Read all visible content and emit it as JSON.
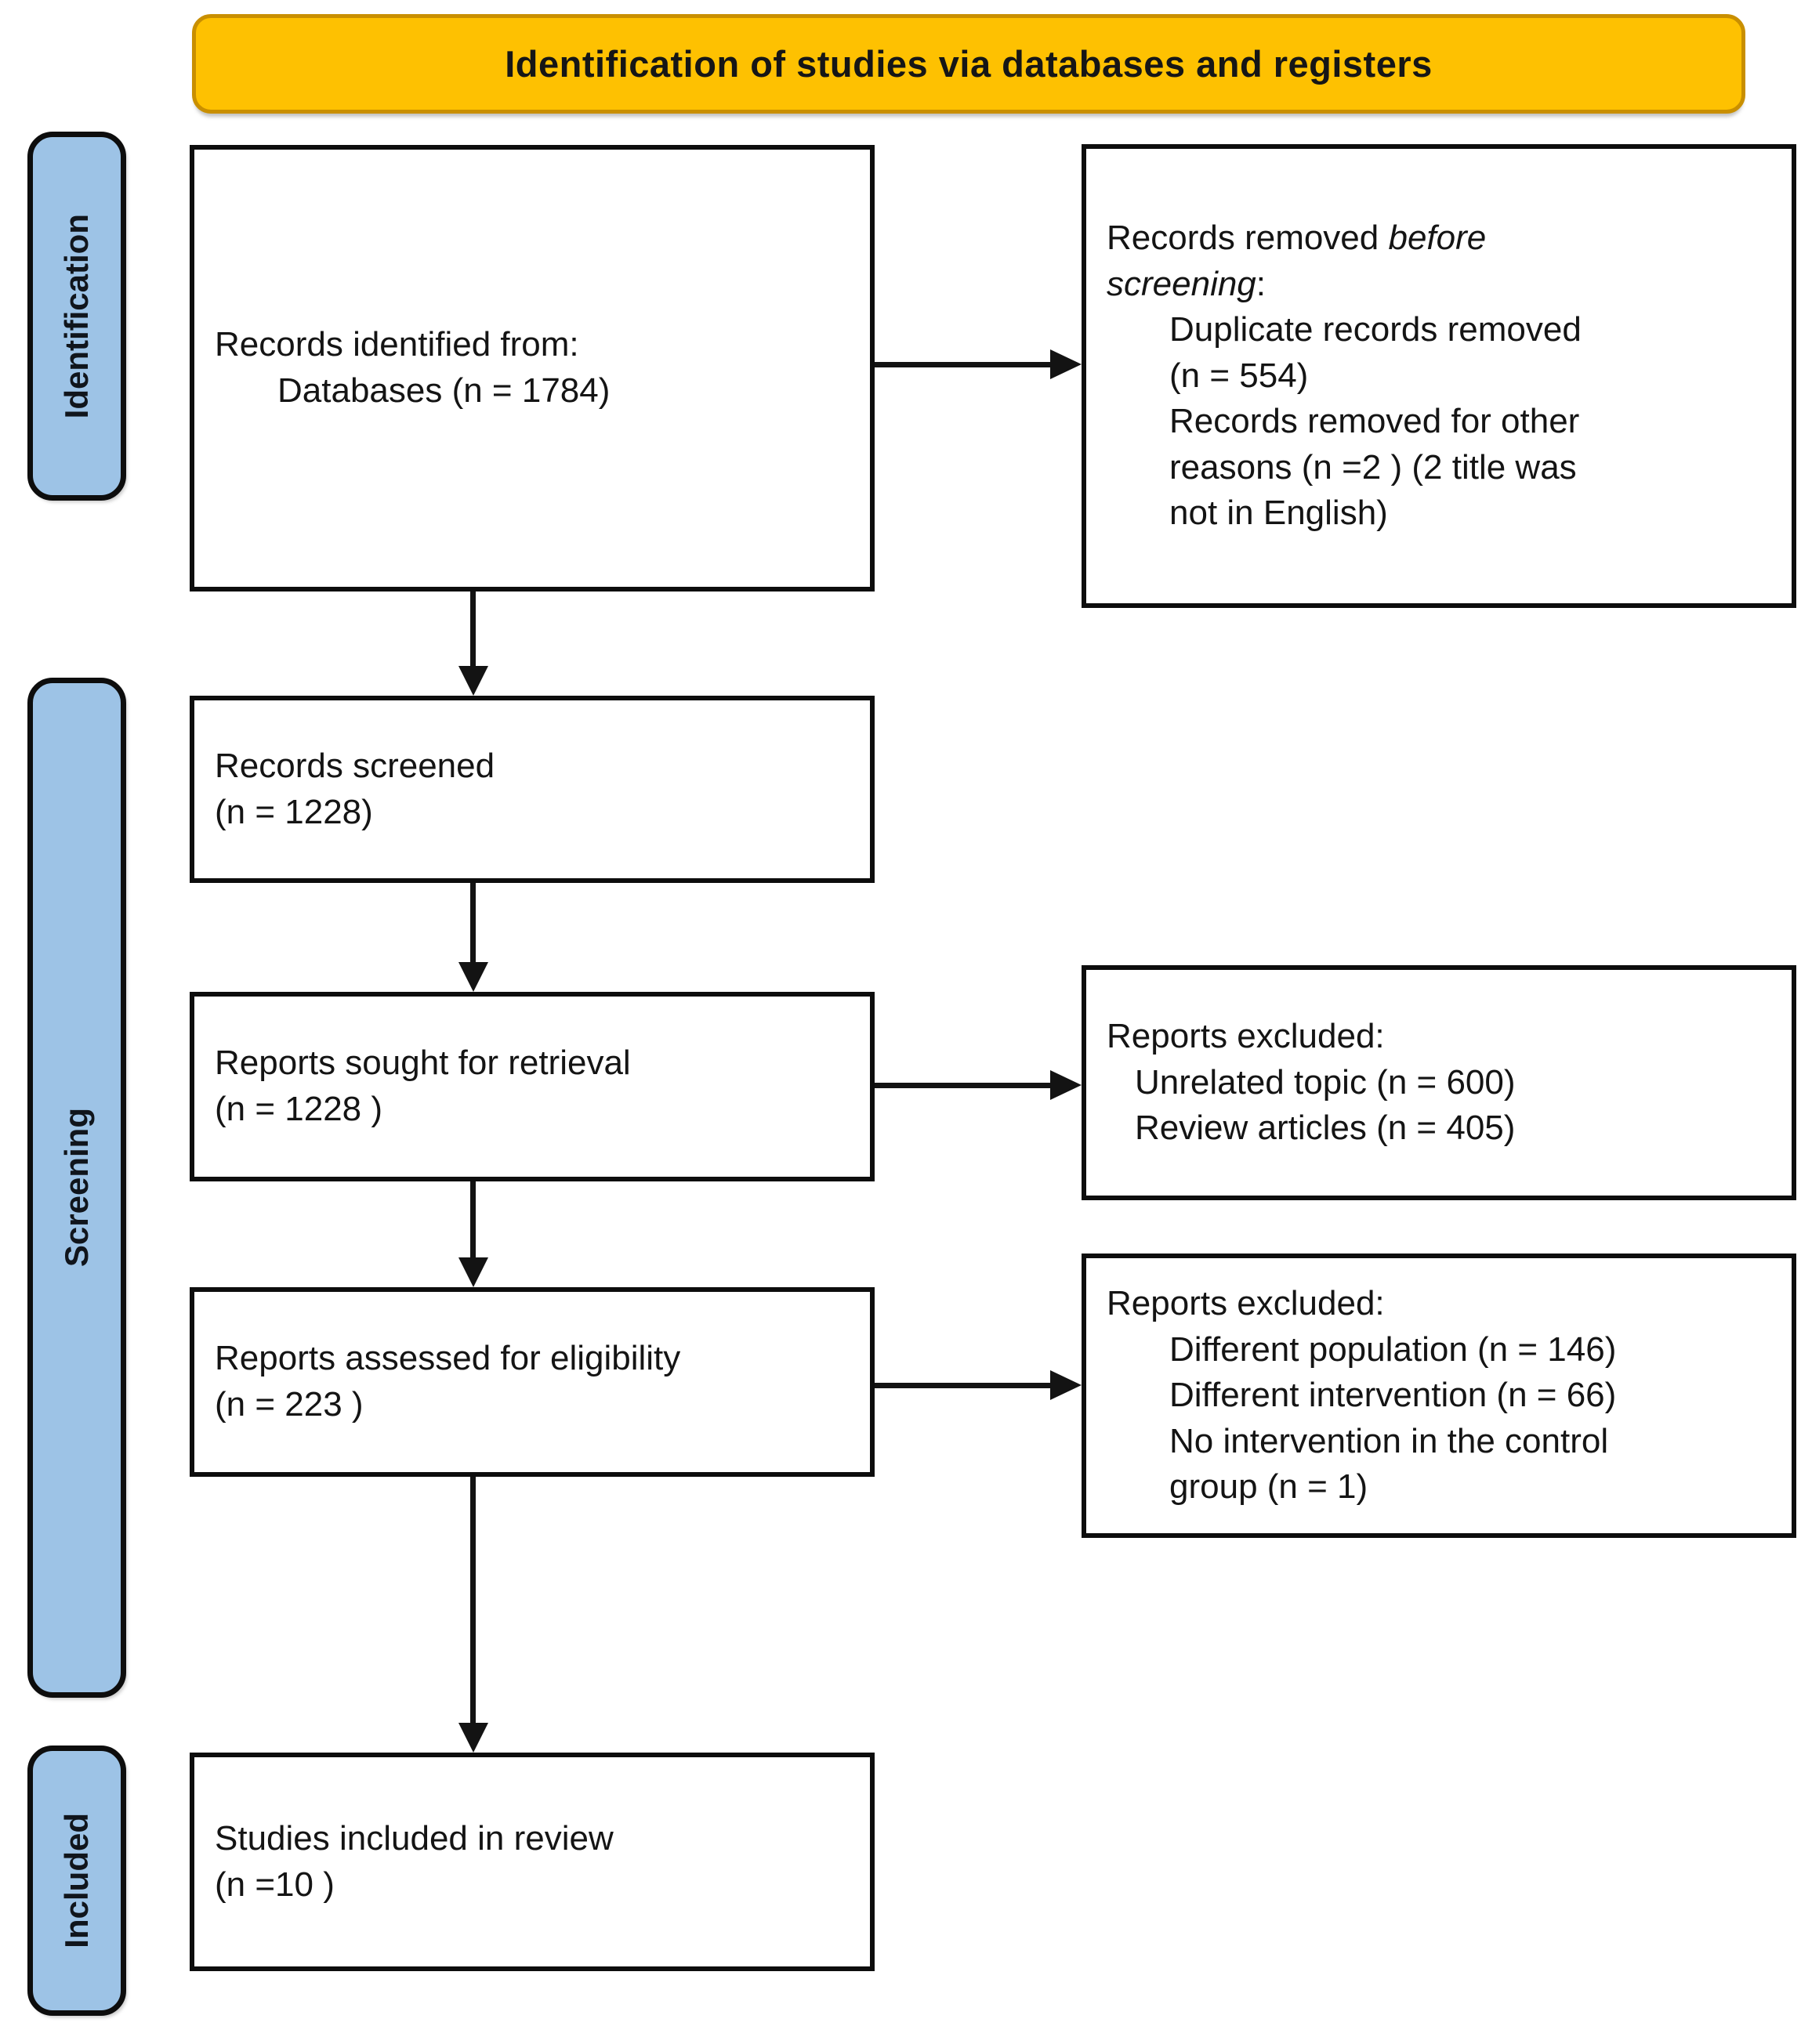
{
  "header": {
    "title": "Identification of studies via databases and registers"
  },
  "sidebar": {
    "identification": "Identification",
    "screening": "Screening",
    "included": "Included"
  },
  "boxes": {
    "identified": {
      "line1": "Records identified from:",
      "line2": "Databases (n = 1784)"
    },
    "removed": {
      "line1_normal": "Records removed ",
      "line1_italic": "before",
      "line2_italic": "screening",
      "line2_suffix": ":",
      "item1_line1": "Duplicate records removed",
      "item1_line2": "(n = 554)",
      "item2_line1": "Records removed for other",
      "item2_line2": "reasons (n =2 ) (2 title was",
      "item2_line3": "not in English)"
    },
    "screened": {
      "line1": "Records screened",
      "line2": "(n = 1228)"
    },
    "sought": {
      "line1": "Reports sought for retrieval",
      "line2": "(n = 1228 )"
    },
    "excluded_retrieval": {
      "title": "Reports excluded:",
      "item1": "Unrelated topic (n = 600)",
      "item2": "Review articles (n = 405)"
    },
    "assessed": {
      "line1": "Reports assessed for eligibility",
      "line2": "(n = 223 )"
    },
    "excluded_eligibility": {
      "title": "Reports excluded:",
      "item1": "Different population (n = 146)",
      "item2": "Different intervention (n = 66)",
      "item3_line1": "No intervention in the control",
      "item3_line2": "group (n = 1)"
    },
    "included": {
      "line1": "Studies included in review",
      "line2": "(n =10 )"
    }
  },
  "colors": {
    "header_bg": "#FEC101",
    "header_border": "#C98F00",
    "sidebar_bg": "#9DC3E6",
    "box_border": "#0D0D0D",
    "arrow": "#131313"
  }
}
